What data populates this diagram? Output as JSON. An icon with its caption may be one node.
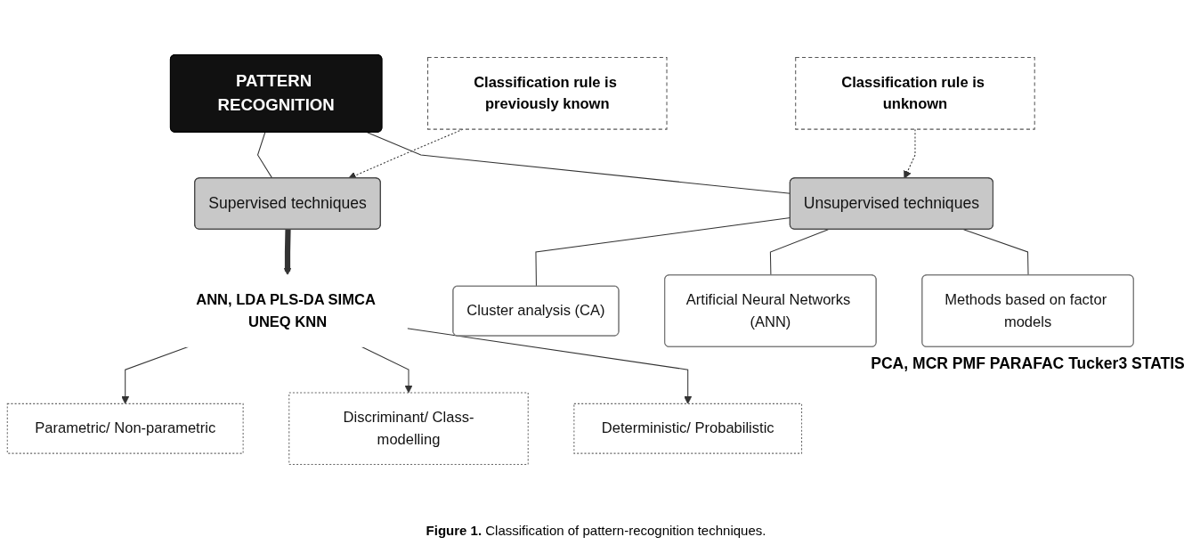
{
  "diagram": {
    "caption": "**Figure 1.** Classification of pattern-recognition techniques.",
    "nodes": [
      {
        "text": [
          "PATTERN RECOGNITION"
        ]
      },
      {
        "text": [
          "Supervised techniques"
        ]
      },
      {
        "text": [
          "Unsupervised techniques"
        ]
      },
      {
        "text": [
          "Classification rule is previously known"
        ]
      },
      {
        "text": [
          "Classification rule is unknown"
        ]
      },
      {
        "text": [
          "ANN, LDA PLS-DA SIMCA UNEQ KNN"
        ]
      },
      {
        "text": [
          "Cluster analysis (CA)"
        ]
      },
      {
        "text": [
          "Artificial Neural Networks (ANN)"
        ]
      },
      {
        "text": [
          "Methods based on factor models"
        ],
        "beside": [
          "PCA, MCR PMF PARAFAC Tucker3 STATIS"
        ]
      },
      {
        "text": [
          "Parametric/ Non-parametric"
        ]
      },
      {
        "text": [
          "Discriminant/ Class-modelling"
        ]
      },
      {
        "text": [
          "Deterministic/ Probabilistic"
        ]
      }
    ],
    "edges": [
      {
        "from": 0,
        "to": 1,
        "arrow": "none"
      },
      {
        "from": 0,
        "to": 2,
        "arrow": "none"
      },
      {
        "from": 3,
        "to": 1,
        "arrow": "to",
        "style": "dashed"
      },
      {
        "from": 4,
        "to": 2,
        "arrow": "to",
        "style": "dashed"
      },
      {
        "from": 1,
        "to": 5,
        "arrow": "to",
        "style": "thick"
      },
      {
        "from": 2,
        "to": 6,
        "arrow": "none"
      },
      {
        "from": 2,
        "to": 7,
        "arrow": "none"
      },
      {
        "from": 2,
        "to": 8,
        "arrow": "none"
      },
      {
        "from": 5,
        "to": 9,
        "arrow": "to"
      },
      {
        "from": 5,
        "to": 10,
        "arrow": "to"
      },
      {
        "from": 5,
        "to": 11,
        "arrow": "to"
      }
    ]
  }
}
